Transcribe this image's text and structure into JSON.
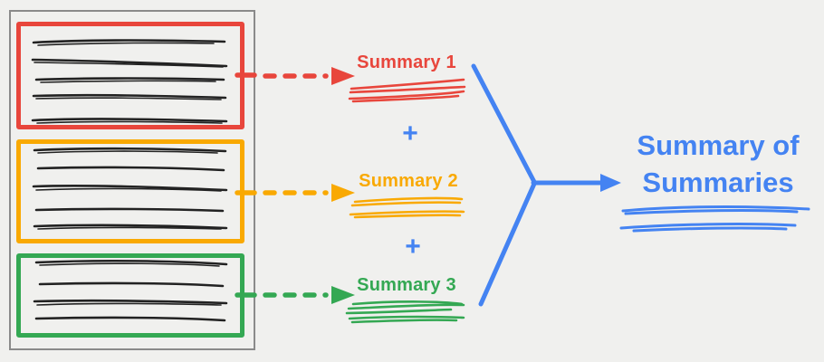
{
  "summaries": [
    {
      "label": "Summary 1",
      "color": "#e8463c"
    },
    {
      "label": "Summary 2",
      "color": "#f9a902"
    },
    {
      "label": "Summary 3",
      "color": "#34a853"
    }
  ],
  "operator": "+",
  "final_summary": {
    "label": "Summary of Summaries",
    "color": "#4483f2"
  },
  "colors": {
    "red": "#e8463c",
    "orange": "#f9a902",
    "green": "#34a853",
    "blue": "#4483f2",
    "gray": "#8a8a8a",
    "ink": "#222222",
    "bg": "#f0f0ee"
  }
}
